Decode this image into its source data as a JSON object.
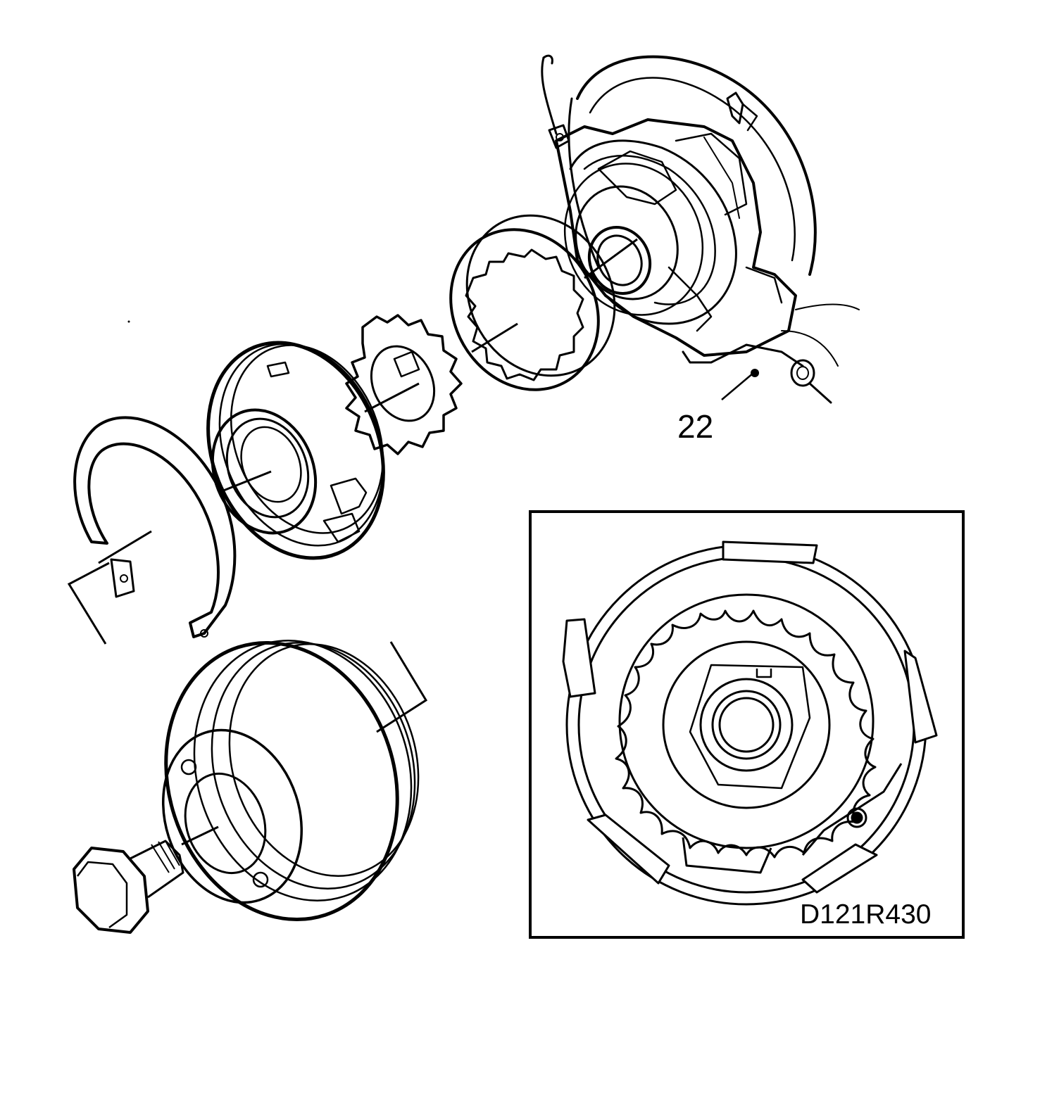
{
  "callouts": {
    "part_22": "22"
  },
  "figure_code": "D121R430",
  "colors": {
    "ink": "#000000",
    "paper": "#ffffff"
  },
  "parts": [
    "timing-cover-assembly",
    "outer-ring-gear",
    "crankshaft-sprocket",
    "drive-hub",
    "snap-ring",
    "crankshaft-pulley",
    "pulley-bolt"
  ]
}
